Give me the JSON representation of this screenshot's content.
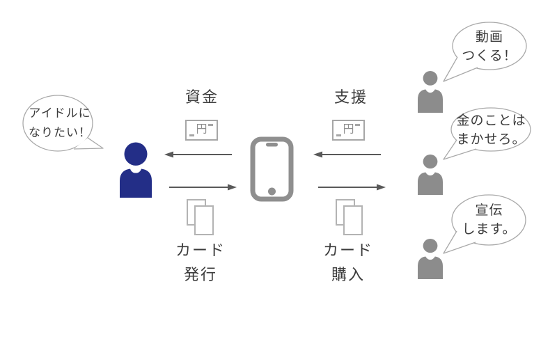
{
  "diagram": {
    "idol": {
      "speech": [
        "アイドルに",
        "なりたい！"
      ]
    },
    "flows": {
      "funds": {
        "label": "資金",
        "currency": "円",
        "arrow_direction": "left"
      },
      "support": {
        "label": "支援",
        "currency": "円",
        "arrow_direction": "left"
      },
      "card_issue": {
        "line1": "カード",
        "line2": "発行",
        "arrow_direction": "right"
      },
      "card_purchase": {
        "line1": "カード",
        "line2": "購入",
        "arrow_direction": "right"
      }
    },
    "supporters": [
      {
        "speech": [
          "動画",
          "つくる！"
        ]
      },
      {
        "speech": [
          "金のことは",
          "まかせろ。"
        ]
      },
      {
        "speech": [
          "宣伝",
          "します。"
        ]
      }
    ]
  },
  "icons": {
    "idol": "person-icon",
    "supporter": "person-icon",
    "platform": "smartphone-icon",
    "money": "money-bill-icon",
    "cards": "stacked-cards-icon",
    "speech": "speech-bubble"
  },
  "colors": {
    "idol_blue": "#232e87",
    "supporter_gray": "#8c8c8c",
    "phone_gray": "#8f8f8f",
    "outline_gray": "#a6a6a6",
    "arrow_gray": "#595959",
    "text": "#3b3b3b",
    "background": "#ffffff"
  }
}
